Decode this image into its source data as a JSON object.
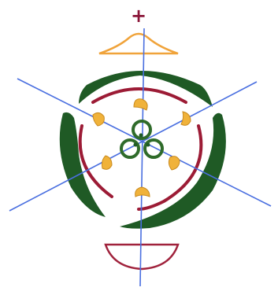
{
  "diagram": {
    "axis_symbol": "+",
    "colors": {
      "background": "#ffffff",
      "axis_symbol": "#8a1538",
      "symmetry_lines": "#4a6fe0",
      "bract": "#f0a33a",
      "bracteole": "#a0223c",
      "outer_perianth": "#1f5a25",
      "inner_perianth": "#9c1b35",
      "stamens": "#f0b23a",
      "stamen_outline": "#c98a1e",
      "ovary_outline": "#2f6b2a",
      "ovule": "#1f5a25"
    },
    "symmetry": "actinomorphic",
    "whorls": {
      "outer_perianth_segments": 3,
      "inner_perianth_segments": 3,
      "stamens": 6,
      "carpels": 3
    }
  }
}
